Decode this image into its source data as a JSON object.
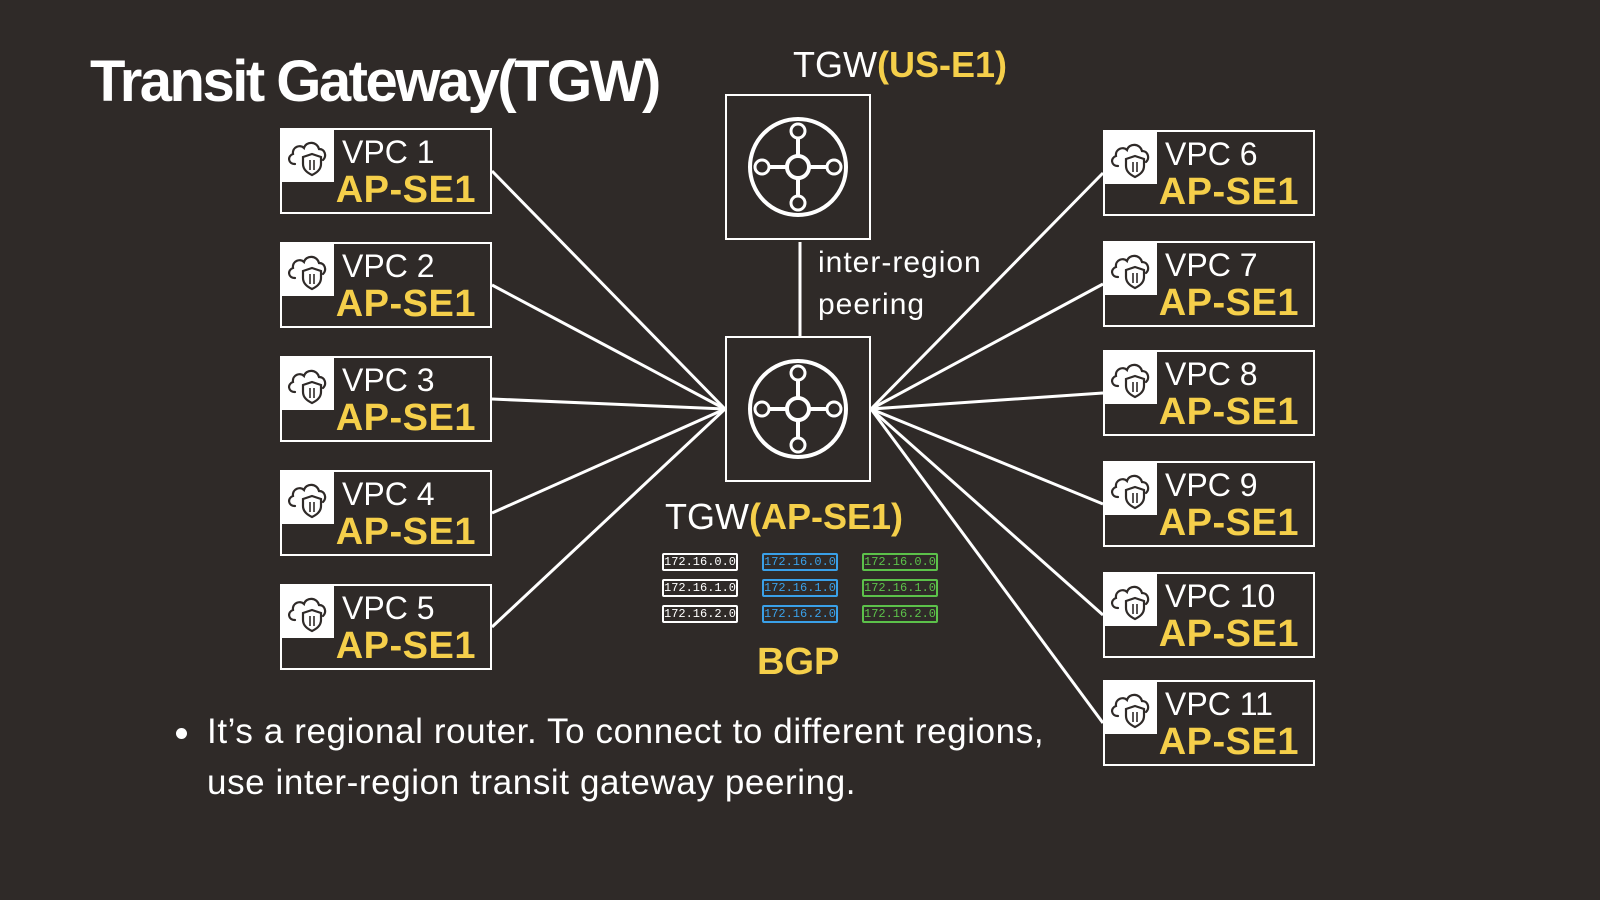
{
  "title": "Transit Gateway(TGW)",
  "tgw_top": {
    "prefix": "TGW",
    "region": "(US-E1)"
  },
  "tgw_main": {
    "prefix": "TGW",
    "region": "(AP-SE1)"
  },
  "peering_label": {
    "line1": "inter-region",
    "line2": "peering"
  },
  "vpcs_left": [
    {
      "name": "VPC 1",
      "region": "AP-SE1"
    },
    {
      "name": "VPC 2",
      "region": "AP-SE1"
    },
    {
      "name": "VPC 3",
      "region": "AP-SE1"
    },
    {
      "name": "VPC 4",
      "region": "AP-SE1"
    },
    {
      "name": "VPC 5",
      "region": "AP-SE1"
    }
  ],
  "vpcs_right": [
    {
      "name": "VPC 6",
      "region": "AP-SE1"
    },
    {
      "name": "VPC 7",
      "region": "AP-SE1"
    },
    {
      "name": "VPC 8",
      "region": "AP-SE1"
    },
    {
      "name": "VPC 9",
      "region": "AP-SE1"
    },
    {
      "name": "VPC 10",
      "region": "AP-SE1"
    },
    {
      "name": "VPC 11",
      "region": "AP-SE1"
    }
  ],
  "route_tables": [
    {
      "color": "#ffffff",
      "routes": [
        "172.16.0.0",
        "172.16.1.0",
        "172.16.2.0"
      ]
    },
    {
      "color": "#3aa0e8",
      "routes": [
        "172.16.0.0",
        "172.16.1.0",
        "172.16.2.0"
      ]
    },
    {
      "color": "#5cc14a",
      "routes": [
        "172.16.0.0",
        "172.16.1.0",
        "172.16.2.0"
      ]
    }
  ],
  "bgp_label": "BGP",
  "bullet_text": "It’s a regional router. To connect to different regions, use inter-region transit gateway peering.",
  "colors": {
    "background": "#2f2a28",
    "accent": "#f5cf4a",
    "line": "#ffffff"
  },
  "icons": {
    "vpc": "cloud-shield-icon",
    "tgw": "transit-gateway-hub-icon"
  }
}
